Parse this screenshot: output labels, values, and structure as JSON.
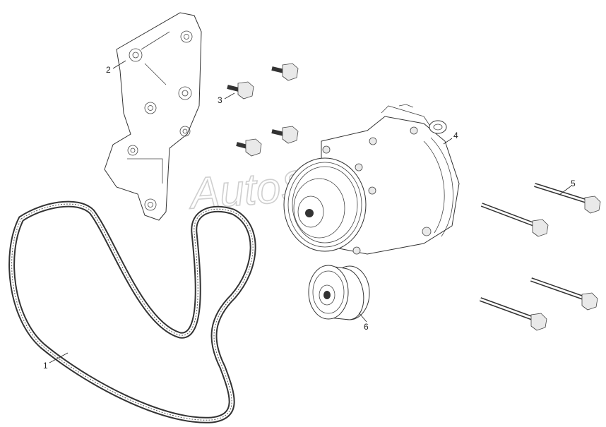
{
  "callouts": [
    {
      "id": "belt",
      "label": "1"
    },
    {
      "id": "bracket",
      "label": "2"
    },
    {
      "id": "bolt-short",
      "label": "3"
    },
    {
      "id": "compressor",
      "label": "4"
    },
    {
      "id": "bolt-long",
      "label": "5"
    },
    {
      "id": "idler-pulley",
      "label": "6"
    }
  ],
  "watermark": "AutoSoft",
  "colors": {
    "line": "#333333",
    "watermark": "#cfcfcf",
    "background": "#ffffff"
  }
}
